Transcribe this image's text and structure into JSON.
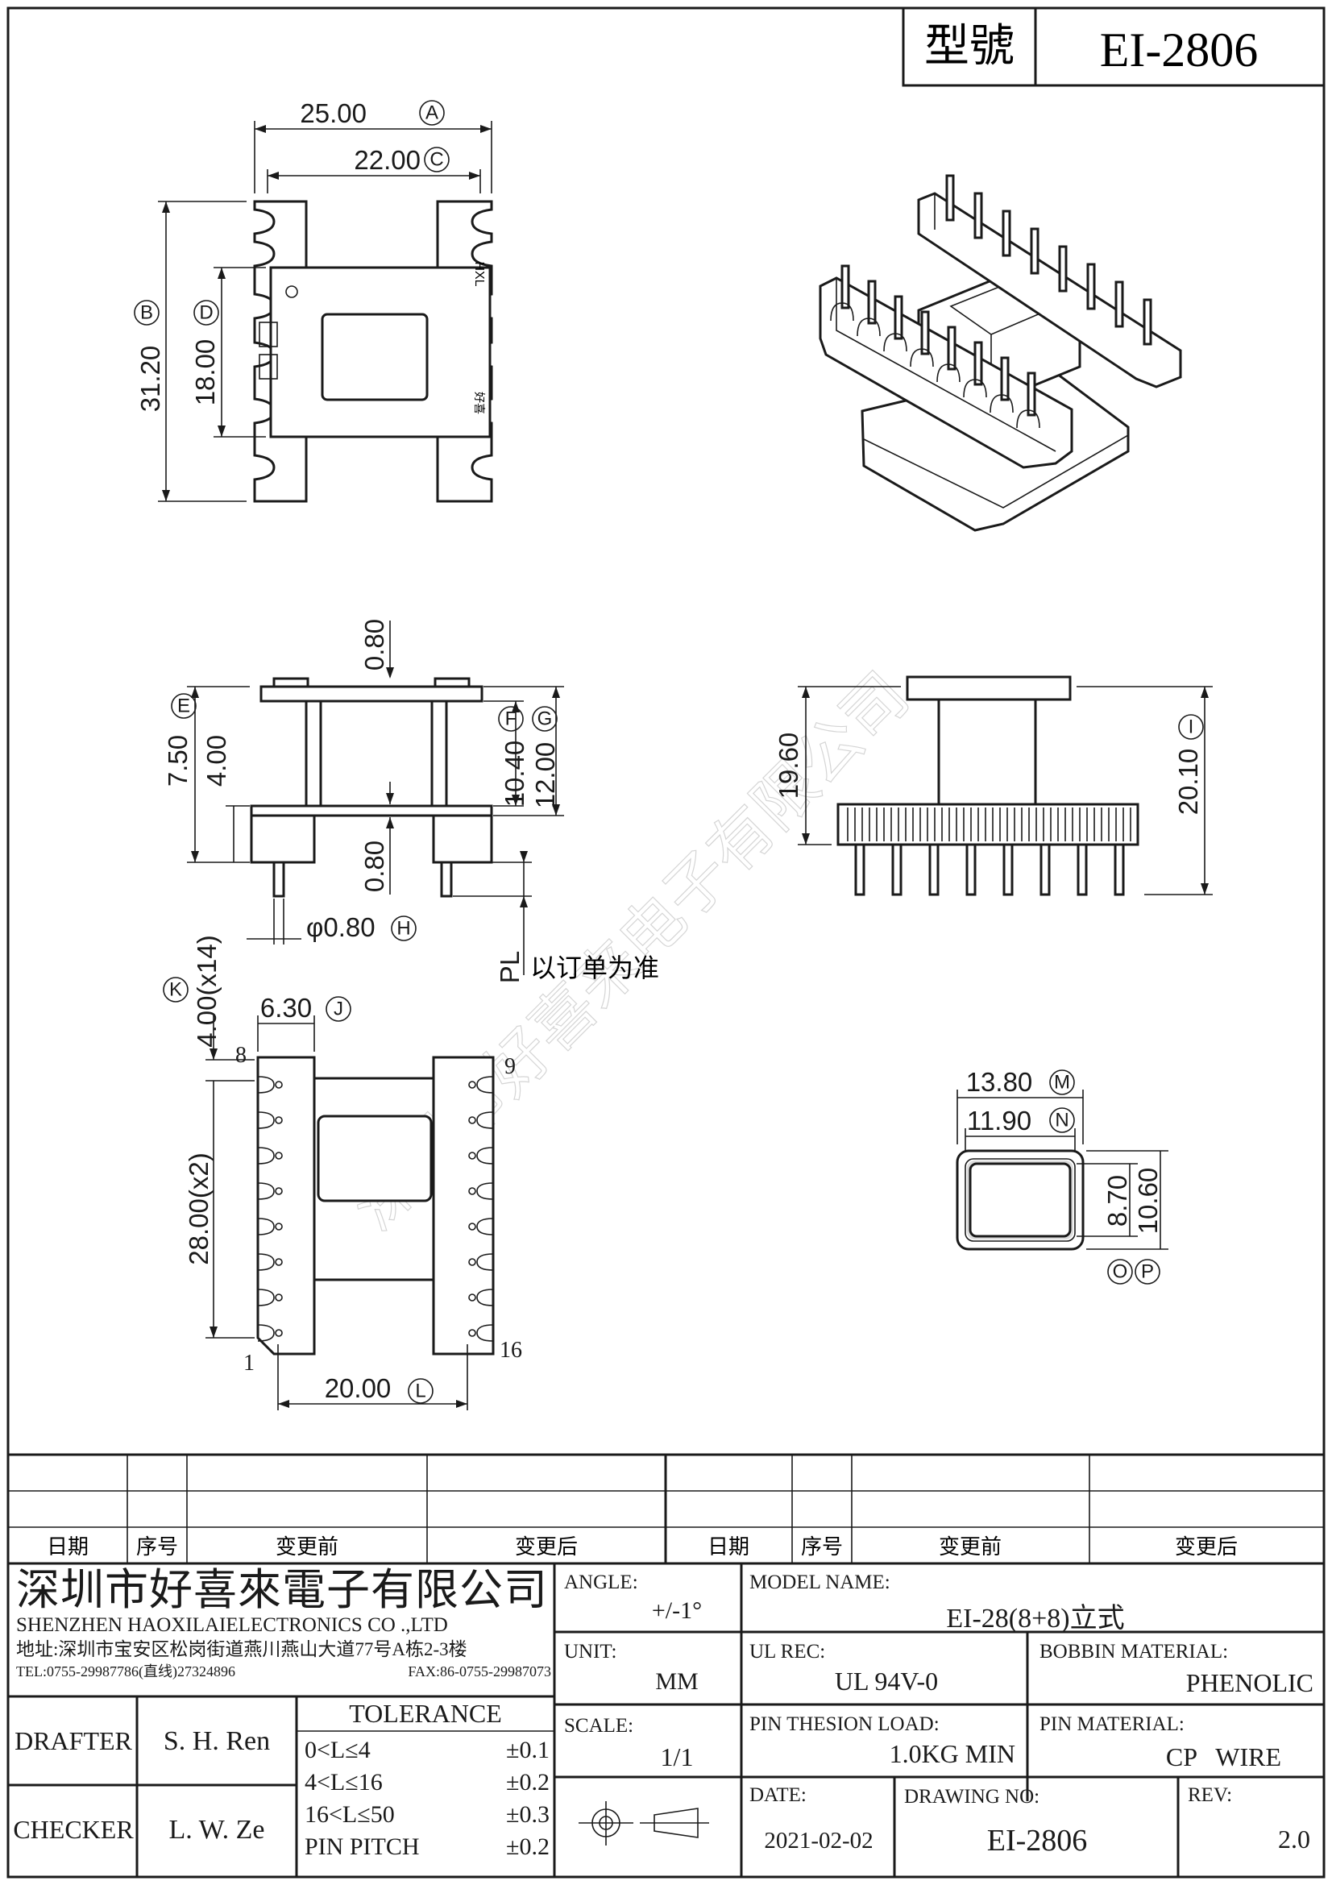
{
  "header": {
    "model_label": "型號",
    "model_value": "EI-2806"
  },
  "dimensions": {
    "A": "25.00",
    "A_tag": "A",
    "C": "22.00",
    "C_tag": "C",
    "B": "31.20",
    "B_tag": "B",
    "D": "18.00",
    "D_tag": "D",
    "core_top": "0.80",
    "E": "7.50",
    "E_tag": "E",
    "E_sub": "4.00",
    "F": "10.40",
    "F_tag": "F",
    "G": "12.00",
    "G_tag": "G",
    "core_bottom": "0.80",
    "H": "φ0.80",
    "H_tag": "H",
    "PL_label": "PL",
    "PL_note": "以订单为准",
    "side_h": "19.60",
    "I": "20.10",
    "I_tag": "I",
    "K": "4.00(x14)",
    "K_tag": "K",
    "J": "6.30",
    "J_tag": "J",
    "span": "28.00(x2)",
    "L": "20.00",
    "L_tag": "L",
    "M": "13.80",
    "M_tag": "M",
    "N": "11.90",
    "N_tag": "N",
    "inner_h": "8.70",
    "outer_h": "10.60",
    "O_tag": "O",
    "P_tag": "P"
  },
  "pins": {
    "p1": "1",
    "p8": "8",
    "p9": "9",
    "p16": "16"
  },
  "core_mark": {
    "top": "HXL",
    "bottom": "好喜"
  },
  "watermark": "深圳市好喜来电子有限公司",
  "revision_table": {
    "headers": [
      "日期",
      "序号",
      "变更前",
      "变更后",
      "日期",
      "序号",
      "变更前",
      "变更后"
    ]
  },
  "company": {
    "name_cn": "深圳市好喜來電子有限公司",
    "name_en": "SHENZHEN  HAOXILAIELECTRONICS  CO .,LTD",
    "address": "地址:深圳市宝安区松岗街道燕川燕山大道77号A栋2-3楼",
    "tel": "TEL:0755-29987786(直线)27324896",
    "fax": "FAX:86-0755-29987073"
  },
  "title_block": {
    "angle_label": "ANGLE:",
    "angle_value": "+/-1°",
    "model_name_label": "MODEL NAME:",
    "model_name_value": "EI-28(8+8)立式",
    "unit_label": "UNIT:",
    "unit_value": "MM",
    "ul_rec_label": "UL REC:",
    "ul_rec_value": "UL 94V-0",
    "bobbin_label": "BOBBIN MATERIAL:",
    "bobbin_value": "PHENOLIC",
    "scale_label": "SCALE:",
    "scale_value": "1/1",
    "pin_tension_label": "PIN THESION LOAD:",
    "pin_tension_value": "1.0KG MIN",
    "pin_material_label": "PIN MATERIAL:",
    "pin_material_value": "CP   WIRE",
    "drafter_label": "DRAFTER",
    "drafter_value": "S. H. Ren",
    "checker_label": "CHECKER",
    "checker_value": "L. W. Ze",
    "tolerance_title": "TOLERANCE",
    "tolerance_rows": [
      {
        "range": "0<L≤4",
        "value": "±0.1"
      },
      {
        "range": "4<L≤16",
        "value": "±0.2"
      },
      {
        "range": "16<L≤50",
        "value": "±0.3"
      },
      {
        "range": "PIN PITCH",
        "value": "±0.2"
      }
    ],
    "date_label": "DATE:",
    "date_value": "2021-02-02",
    "drawing_no_label": "DRAWING NO:",
    "drawing_no_value": "EI-2806",
    "rev_label": "REV:",
    "rev_value": "2.0"
  }
}
